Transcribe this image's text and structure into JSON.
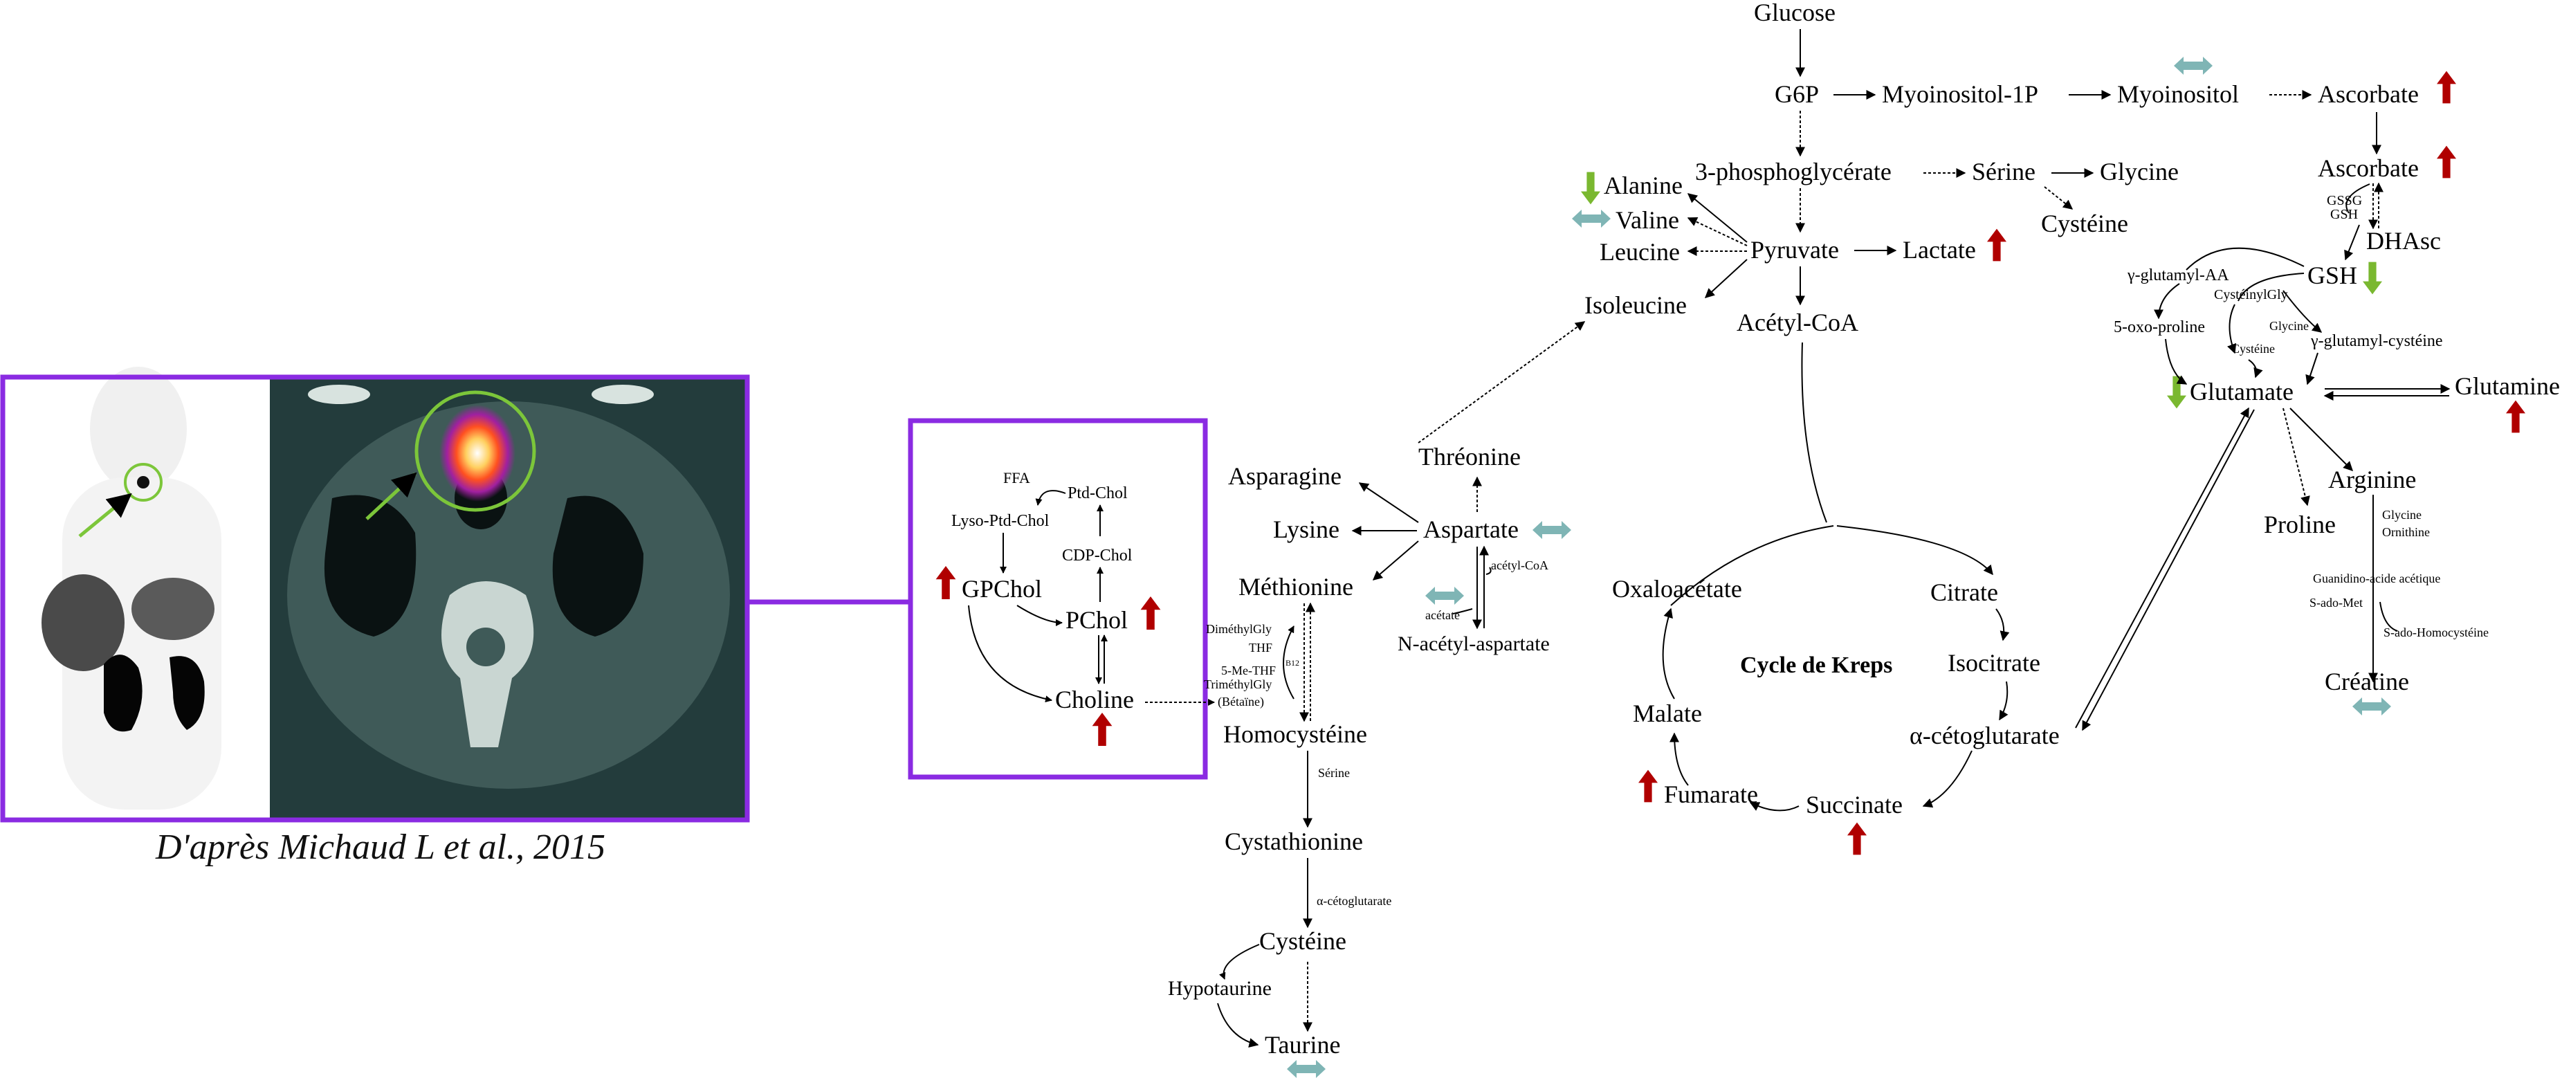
{
  "caption": "D'après Michaud L et al., 2015",
  "colors": {
    "frame": "#8a2be2",
    "up_arrow": "#b00000",
    "down_arrow": "#7ab830",
    "stable_arrow": "#7fb5b5",
    "circle": "#7cc63a"
  },
  "icons": [
    "pet-scan-image",
    "ct-scan-image",
    "up-arrow-icon",
    "down-arrow-icon",
    "bidirectional-arrow-icon"
  ],
  "choline_box": {
    "ffa": "FFA",
    "ptd_chol": "Ptd-Chol",
    "lyso_ptd_chol": "Lyso-Ptd-Chol",
    "cdp_chol": "CDP-Chol",
    "gpchol": "GPChol",
    "pchol": "PChol",
    "choline": "Choline"
  },
  "labels": {
    "glucose": "Glucose",
    "g6p": "G6P",
    "myoinositol_1p": "Myoinositol-1P",
    "myoinositol": "Myoinositol",
    "ascorbate1": "Ascorbate",
    "ascorbate2": "Ascorbate",
    "pga": "3-phosphoglycérate",
    "serine": "Sérine",
    "glycine": "Glycine",
    "cysteine_top": "Cystéine",
    "alanine": "Alanine",
    "valine": "Valine",
    "leucine": "Leucine",
    "pyruvate": "Pyruvate",
    "lactate": "Lactate",
    "isoleucine": "Isoleucine",
    "acetyl_coa": "Acétyl-CoA",
    "gssg": "GSSG",
    "gsh_small": "GSH",
    "dhasc": "DHAsc",
    "gsh": "GSH",
    "gamma_glutamyl_aa": "γ-glutamyl-AA",
    "cysteinylgly": "CystéinylGly",
    "five_oxo_proline": "5-oxo-proline",
    "glycine_small": "Glycine",
    "cysteine_small": "Cystéine",
    "gamma_glutamyl_cysteine": "γ-glutamyl-cystéine",
    "glutamate": "Glutamate",
    "glutamine": "Glutamine",
    "arginine": "Arginine",
    "proline": "Proline",
    "glycine_arg": "Glycine",
    "ornithine": "Ornithine",
    "guanidino": "Guanidino-acide acétique",
    "s_ado_met": "S-ado-Met",
    "s_ado_homocysteine": "S-ado-Homocystéine",
    "creatine": "Créatine",
    "threonine": "Thréonine",
    "asparagine": "Asparagine",
    "lysine": "Lysine",
    "aspartate": "Aspartate",
    "methionine": "Méthionine",
    "acetyl_coa_small": "acétyl-CoA",
    "acetate": "acétate",
    "naa": "N-acétyl-aspartate",
    "dimethylgly": "DiméthylGly",
    "thf": "THF",
    "b12": "B12",
    "five_me_thf": "5-Me-THF",
    "trimethylgly": "TriméthylGly",
    "betaine": "(Bétaïne)",
    "homocysteine": "Homocystéine",
    "serine_small": "Sérine",
    "cystathionine": "Cystathionine",
    "alpha_kg_small": "α-cétoglutarate",
    "cysteine": "Cystéine",
    "hypotaurine": "Hypotaurine",
    "taurine": "Taurine",
    "oxaloacetate": "Oxaloacétate",
    "citrate": "Citrate",
    "cycle_title": "Cycle de Kreps",
    "isocitrate": "Isocitrate",
    "malate": "Malate",
    "alpha_kg": "α-cétoglutarate",
    "fumarate": "Fumarate",
    "succinate": "Succinate"
  }
}
